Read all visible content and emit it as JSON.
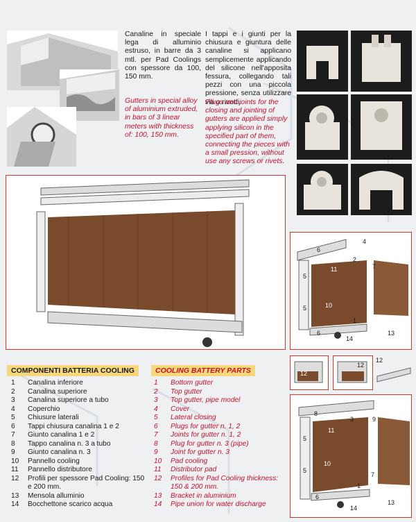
{
  "intro": {
    "it_left": "Canaline in speciale lega di alluminio estruso, in barre da 3 mtl. per Pad Coolings con spessore da 100, 150 mm.",
    "en_left": "Gutters in special alloy of aluminium extruded, in bars of 3 linear meters with thickness of: 100, 150 mm.",
    "it_right": "I tappi e i giunti per la chiusura e giuntura delle canaline si applicano semplicemente applicando del silicone nell'apposita fessura, collegando tali pezzi con una piccola pressione, senza utilizzare viti o rivetti.",
    "en_right": "Plugs and joints for the closing and jointing of gutters are applied simply applying silicon in the specified part of them, connecting the pieces with a small pression, without use any screws or rivets."
  },
  "parts_it": {
    "title": "COMPONENTI BATTERIA COOLING",
    "items": [
      {
        "n": "1",
        "label": "Canalina inferiore"
      },
      {
        "n": "2",
        "label": "Canalina superiore"
      },
      {
        "n": "3",
        "label": "Canalina superiore a tubo"
      },
      {
        "n": "4",
        "label": "Coperchio"
      },
      {
        "n": "5",
        "label": "Chiusure laterali"
      },
      {
        "n": "6",
        "label": "Tappi chiusura canalina 1 e 2"
      },
      {
        "n": "7",
        "label": "Giunto canalina 1 e 2"
      },
      {
        "n": "8",
        "label": "Tappo canalina n. 3 a tubo"
      },
      {
        "n": "9",
        "label": "Giunto canalina n. 3"
      },
      {
        "n": "10",
        "label": "Pannello cooling"
      },
      {
        "n": "11",
        "label": "Pannello distributore"
      },
      {
        "n": "12",
        "label": "Profili per spessore Pad Cooling: 150 e 200 mm."
      },
      {
        "n": "13",
        "label": "Mensola alluminio"
      },
      {
        "n": "14",
        "label": "Bocchettone scarico acqua"
      }
    ]
  },
  "parts_en": {
    "title": "COOLING BATTERY PARTS",
    "items": [
      {
        "n": "1",
        "label": "Bottom gutter"
      },
      {
        "n": "2",
        "label": "Top gutter"
      },
      {
        "n": "3",
        "label": "Top gutter, pipe model"
      },
      {
        "n": "4",
        "label": "Cover"
      },
      {
        "n": "5",
        "label": "Lateral closing"
      },
      {
        "n": "6",
        "label": "Plugs for gutter n. 1, 2"
      },
      {
        "n": "7",
        "label": "Joints for gutter n. 1, 2"
      },
      {
        "n": "8",
        "label": "Plug for gutter n. 3 (pipe)"
      },
      {
        "n": "9",
        "label": "Joint for gutter n. 3"
      },
      {
        "n": "10",
        "label": "Pad cooling"
      },
      {
        "n": "11",
        "label": "Distributor pad"
      },
      {
        "n": "12",
        "label": "Profiles for Pad Cooling thickness: 150 & 200 mm."
      },
      {
        "n": "13",
        "label": "Bracket in aluminium"
      },
      {
        "n": "14",
        "label": "Pipe union for water discharge"
      }
    ]
  },
  "diagram_labels": {
    "top_right": [
      "6",
      "4",
      "2",
      "7",
      "5",
      "11",
      "10",
      "5",
      "6",
      "1",
      "14",
      "13"
    ],
    "middle": [
      "12",
      "12",
      "12"
    ],
    "bottom_right": [
      "8",
      "3",
      "9",
      "5",
      "11",
      "10",
      "5",
      "6",
      "7",
      "1",
      "14",
      "13"
    ]
  },
  "colors": {
    "accent_red": "#c8102e",
    "frame_red": "#d9352a",
    "header_yellow": "#f6d77a",
    "pad_brown": "#7a4a2c"
  }
}
